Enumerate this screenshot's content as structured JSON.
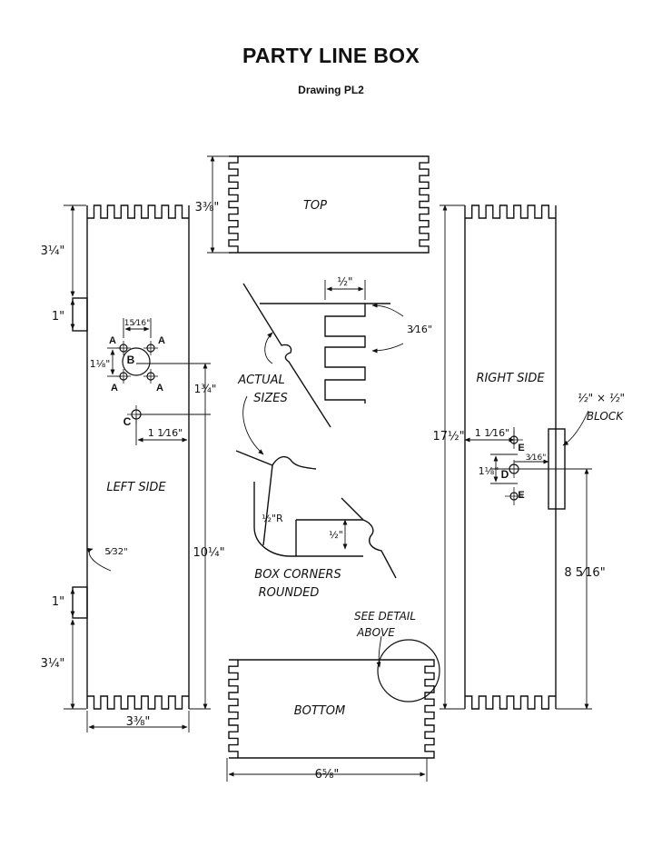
{
  "title": "PARTY LINE BOX",
  "subtitle": "Drawing PL2",
  "panels": {
    "top": "TOP",
    "bottom": "BOTTOM",
    "left_side": "LEFT SIDE",
    "right_side": "RIGHT SIDE"
  },
  "notes": {
    "actual_sizes_1": "ACTUAL",
    "actual_sizes_2": "SIZES",
    "box_corners_1": "BOX CORNERS",
    "box_corners_2": "ROUNDED",
    "see_detail_1": "SEE DETAIL",
    "see_detail_2": "ABOVE",
    "block_size": "½\" × ½\"",
    "block": "BLOCK"
  },
  "dimensions": {
    "top_height": "3⅜\"",
    "left_top_offset": "3¼\"",
    "left_upper_gap": "1\"",
    "hole_spacing": "15⁄16\"",
    "hole_vertical": "1⅛\"",
    "hole_to_c": "1¾\"",
    "c_offset": "1 1⁄16\"",
    "left_height": "10¼\"",
    "notch_depth": "5⁄32\"",
    "left_lower_gap": "1\"",
    "left_bottom_offset": "3¼\"",
    "left_width": "3⅜\"",
    "detail_finger": "½\"",
    "detail_slot": "3⁄16\"",
    "corner_radius": "½\"R",
    "corner_dim": "½\"",
    "right_height": "17½\"",
    "right_offset": "1 1⁄16\"",
    "d_spacing": "1⅛\"",
    "block_offset": "3⁄16\"",
    "right_lower": "8 5⁄16\"",
    "bottom_width": "6⅝\""
  },
  "hole_labels": {
    "a": "A",
    "b": "B",
    "c": "C",
    "d": "D",
    "e": "E"
  }
}
